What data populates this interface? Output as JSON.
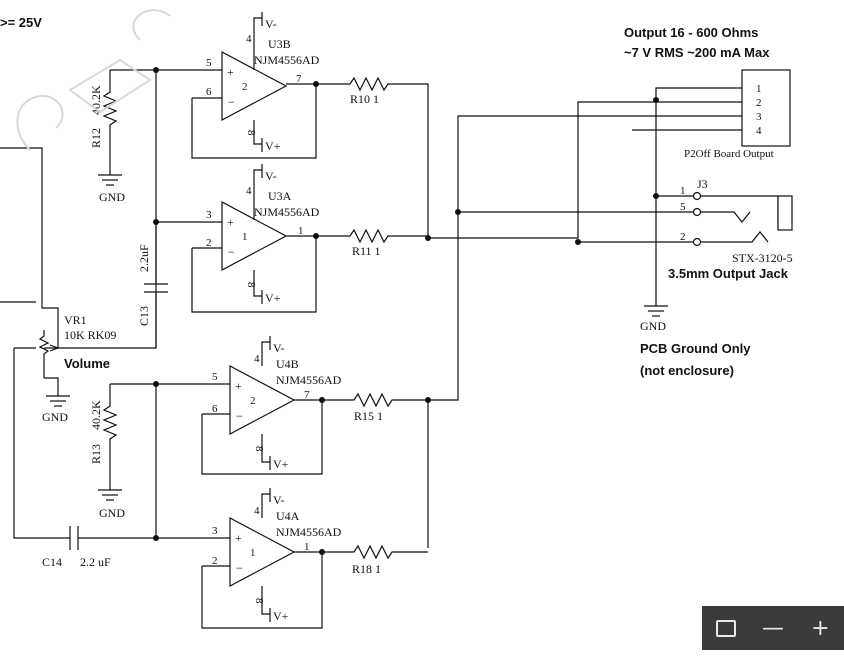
{
  "supply_note": ">= 25V",
  "output": {
    "title": "Output 16 - 600 Ohms",
    "spec": "~7 V RMS ~200 mA Max",
    "connector_label": "P2Off Board Output",
    "pins": [
      "1",
      "2",
      "3",
      "4"
    ]
  },
  "jack": {
    "ref": "J3",
    "part": "STX-3120-5",
    "title": "3.5mm Output Jack",
    "pins": [
      "1",
      "5",
      "2"
    ]
  },
  "ground_note": {
    "gnd": "GND",
    "line1": "PCB Ground Only",
    "line2": "(not enclosure)"
  },
  "opamps": [
    {
      "ref": "U3B",
      "part": "NJM4556AD",
      "unit": "2",
      "in_plus": "5",
      "in_minus": "6",
      "out": "7",
      "vminus_pin": "4",
      "vplus_pin": "8",
      "vminus": "V-",
      "vplus": "V+"
    },
    {
      "ref": "U3A",
      "part": "NJM4556AD",
      "unit": "1",
      "in_plus": "3",
      "in_minus": "2",
      "out": "1",
      "vminus_pin": "4",
      "vplus_pin": "8",
      "vminus": "V-",
      "vplus": "V+"
    },
    {
      "ref": "U4B",
      "part": "NJM4556AD",
      "unit": "2",
      "in_plus": "5",
      "in_minus": "6",
      "out": "7",
      "vminus_pin": "4",
      "vplus_pin": "8",
      "vminus": "V-",
      "vplus": "V+"
    },
    {
      "ref": "U4A",
      "part": "NJM4556AD",
      "unit": "1",
      "in_plus": "3",
      "in_minus": "2",
      "out": "1",
      "vminus_pin": "4",
      "vplus_pin": "8",
      "vminus": "V-",
      "vplus": "V+"
    }
  ],
  "resistors": {
    "r10": "R10  1",
    "r11": "R11  1",
    "r15": "R15  1",
    "r18": "R18  1",
    "r12_ref": "R12",
    "r12_val": "40.2K",
    "r13_ref": "R13",
    "r13_val": "40.2K"
  },
  "caps": {
    "c13_ref": "C13",
    "c13_val": "2.2uF",
    "c14_ref": "C14",
    "c14_val": "2.2 uF"
  },
  "vr1": {
    "ref": "VR1",
    "value": "10K RK09",
    "name": "Volume"
  },
  "gnd_label": "GND",
  "zoom_controls": {
    "fit_icon": "fit-screen-icon",
    "minus": "—",
    "plus": "+"
  }
}
